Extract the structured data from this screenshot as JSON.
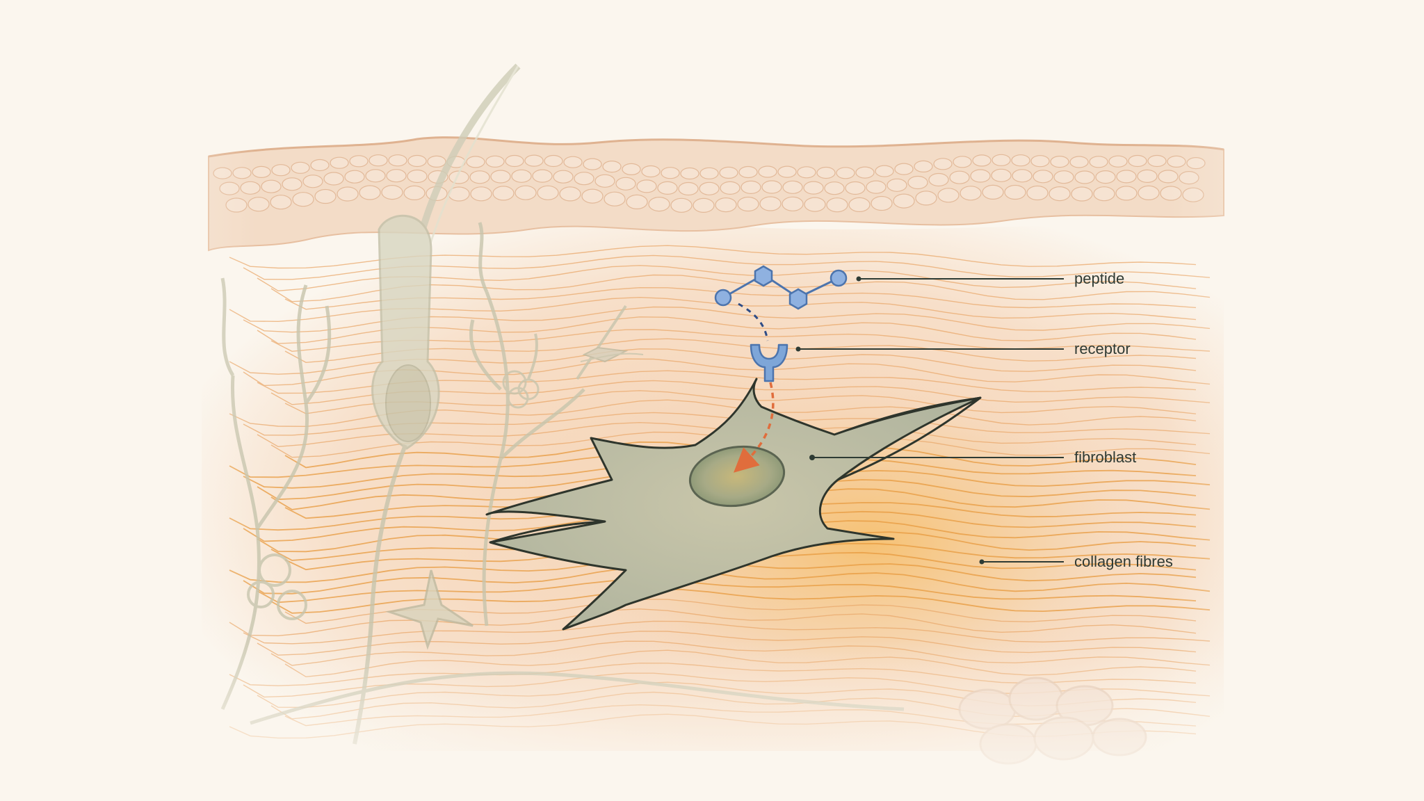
{
  "labels": {
    "peptide": "peptide",
    "receptor": "receptor",
    "fibroblast": "fibroblast",
    "collagen": "collagen fibres"
  },
  "colors": {
    "background": "#fbf6ee",
    "epidermis": "#f3d9c2",
    "dermis": "#f6d4b6",
    "collagen_highlight": "#f3b655",
    "fibroblast_fill": "#b9bda7",
    "fibroblast_outline": "#2e352c",
    "peptide": "#6f9ed8",
    "receptor": "#7ea6d8",
    "signal_arrow": "#e06d3c",
    "leader_line": "#2e3b34",
    "faded_structures": "#c9c7b1"
  },
  "icons": {
    "peptide": "peptide-molecule-icon",
    "receptor": "receptor-icon",
    "signal": "signal-arrow-icon"
  }
}
